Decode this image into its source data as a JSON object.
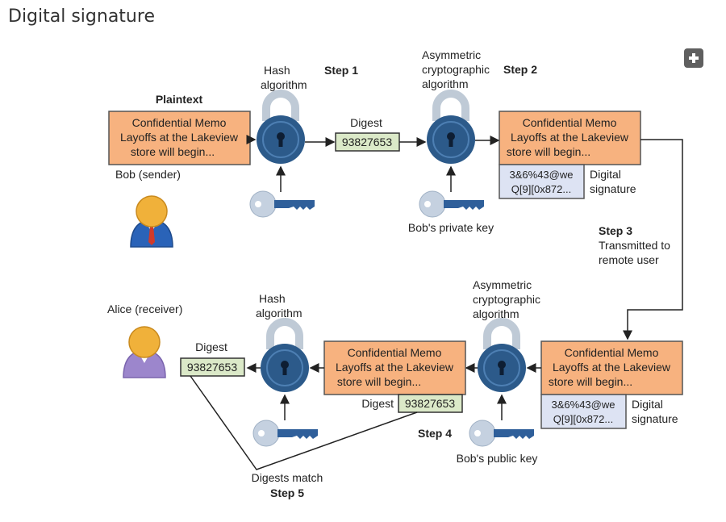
{
  "page": {
    "title": "Digital signature"
  },
  "expand_button": {
    "icon": "plus-icon"
  },
  "colors": {
    "memo_fill": "#f7b27f",
    "digest_fill": "#dbe9c8",
    "signature_fill": "#dde3f3",
    "lock_blue": "#2c5a8a",
    "lock_shackle": "#bfcad6",
    "key_blue": "#2f5f9a",
    "key_head": "#c5d1e0",
    "person_head": "#f0b13a",
    "bob_body": "#2a63b8",
    "alice_body": "#9c86cc"
  },
  "diagram": {
    "plaintext_label": "Plaintext",
    "memo_lines": [
      "Confidential Memo",
      "Layoffs at the Lakeview",
      "store will begin..."
    ],
    "digest_label": "Digest",
    "digest_value": "93827653",
    "signature_lines": [
      "3&6%43@we",
      "Q[9][0x872..."
    ],
    "signature_label_lines": [
      "Digital",
      "signature"
    ],
    "hash_algorithm_lines": [
      "Hash",
      "algorithm"
    ],
    "asym_lines": [
      "Asymmetric",
      "cryptographic",
      "algorithm"
    ],
    "step1": "Step 1",
    "step2": "Step 2",
    "step3": "Step 3",
    "step3_lines": [
      "Transmitted to",
      "remote user"
    ],
    "step4": "Step 4",
    "step5": "Step 5",
    "digests_match": "Digests match",
    "bob_sender": "Bob (sender)",
    "alice_receiver": "Alice (receiver)",
    "private_key": "Bob's private key",
    "public_key": "Bob's public key"
  }
}
